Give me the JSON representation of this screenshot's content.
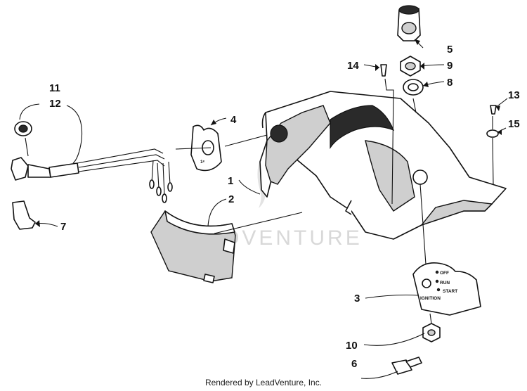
{
  "callouts": {
    "c1": "1",
    "c2": "2",
    "c3": "3",
    "c4": "4",
    "c5": "5",
    "c6": "6",
    "c7": "7",
    "c8": "8",
    "c9": "9",
    "c10": "10",
    "c11": "11",
    "c12": "12",
    "c13": "13",
    "c14": "14",
    "c15": "15"
  },
  "ignition_plate": {
    "off": "OFF",
    "run": "RUN",
    "start": "START",
    "ignition": "IGNITION"
  },
  "watermark": "LEADVENTURE",
  "credit": "Rendered by LeadVenture, Inc."
}
